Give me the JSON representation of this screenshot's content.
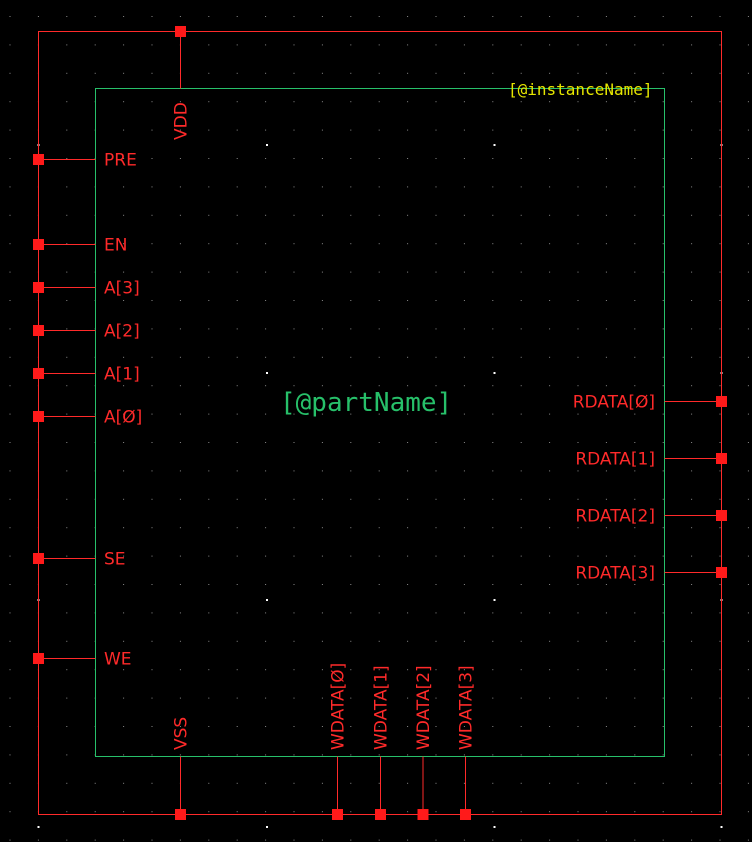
{
  "colors": {
    "background": "#000000",
    "grid_dot": "#8a8a8a",
    "grid_dot_major": "#ffffff",
    "pin_wire": "#ff2a2a",
    "pin_square": "#ff1a1a",
    "symbol_body": "#27c06a",
    "instance_label": "#e6e600",
    "part_label": "#27c06a"
  },
  "symbol": {
    "instance_name": "[@instanceName]",
    "part_name": "[@partName]"
  },
  "pins": {
    "left": [
      {
        "id": "pre",
        "label": "PRE"
      },
      {
        "id": "en",
        "label": "EN"
      },
      {
        "id": "a3",
        "label": "A[3]"
      },
      {
        "id": "a2",
        "label": "A[2]"
      },
      {
        "id": "a1",
        "label": "A[1]"
      },
      {
        "id": "a0",
        "label": "A[Ø]"
      },
      {
        "id": "se",
        "label": "SE"
      },
      {
        "id": "we",
        "label": "WE"
      }
    ],
    "right": [
      {
        "id": "rdata0",
        "label": "RDATA[Ø]"
      },
      {
        "id": "rdata1",
        "label": "RDATA[1]"
      },
      {
        "id": "rdata2",
        "label": "RDATA[2]"
      },
      {
        "id": "rdata3",
        "label": "RDATA[3]"
      }
    ],
    "top": [
      {
        "id": "vdd",
        "label": "VDD"
      }
    ],
    "bottom": [
      {
        "id": "vss",
        "label": "VSS"
      },
      {
        "id": "wdata0",
        "label": "WDATA[Ø]"
      },
      {
        "id": "wdata1",
        "label": "WDATA[1]"
      },
      {
        "id": "wdata2",
        "label": "WDATA[2]"
      },
      {
        "id": "wdata3",
        "label": "WDATA[3]"
      }
    ]
  }
}
